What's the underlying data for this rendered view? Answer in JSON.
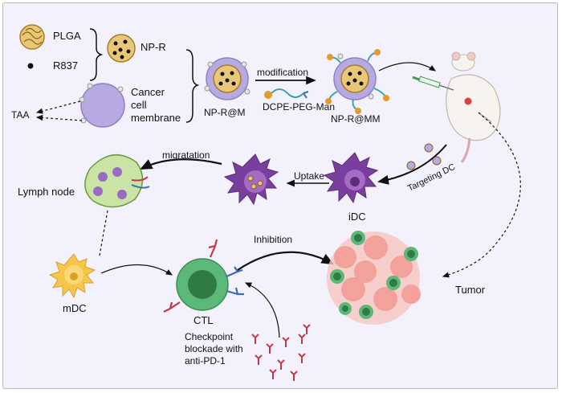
{
  "labels": {
    "plga": "PLGA",
    "r837": "R837",
    "np_r": "NP-R",
    "cancer_cell_membrane_line1": "Cancer",
    "cancer_cell_membrane_line2": "cell",
    "cancer_cell_membrane_line3": "membrane",
    "taa": "TAA",
    "np_r_m": "NP-R@M",
    "modification": "modification",
    "dcpe_peg_man": "DCPE-PEG-Man",
    "np_r_mm": "NP-R@MM",
    "targeting_dc": "Targeting DC",
    "idc": "iDC",
    "uptake": "Uptake",
    "migratation": "migratation",
    "lymph_node": "Lymph node",
    "mdc": "mDC",
    "ctl": "CTL",
    "inhibition": "Inhibition",
    "tumor": "Tumor",
    "checkpoint_line1": "Checkpoint",
    "checkpoint_line2": "blockade with",
    "checkpoint_line3": "anti-PD-1"
  },
  "colors": {
    "background": "#f3f1fb",
    "membrane": "#b7a9e2",
    "dc_purple": "#7a3f9e",
    "mdc_yellow": "#f6c54a",
    "ctl_green": "#5cb878",
    "tumor_pink": "#f2a29a",
    "antibody_red": "#c0394a",
    "antibody_blue": "#3b6bb3",
    "plga_gold": "#c8962a"
  }
}
